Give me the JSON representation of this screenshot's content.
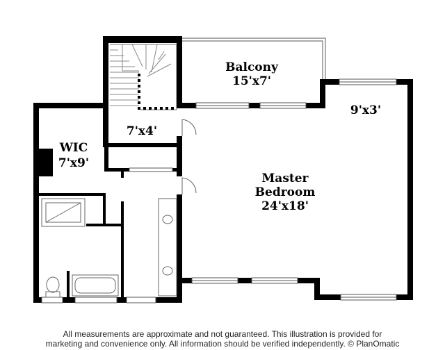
{
  "rooms": {
    "balcony": {
      "name": "Balcony",
      "size": "15'x7'"
    },
    "nook": {
      "size": "9'x3'"
    },
    "closet": {
      "size": "7'x4'"
    },
    "wic": {
      "name": "WIC",
      "size": "7'x9'"
    },
    "master": {
      "line1": "Master",
      "line2": "Bedroom",
      "size": "24'x18'"
    }
  },
  "disclaimer": {
    "line1": "All measurements are approximate and not guaranteed. This illustration is provided for",
    "line2": "marketing and convenience only. All information should be verified independently. © PlanOmatic"
  }
}
